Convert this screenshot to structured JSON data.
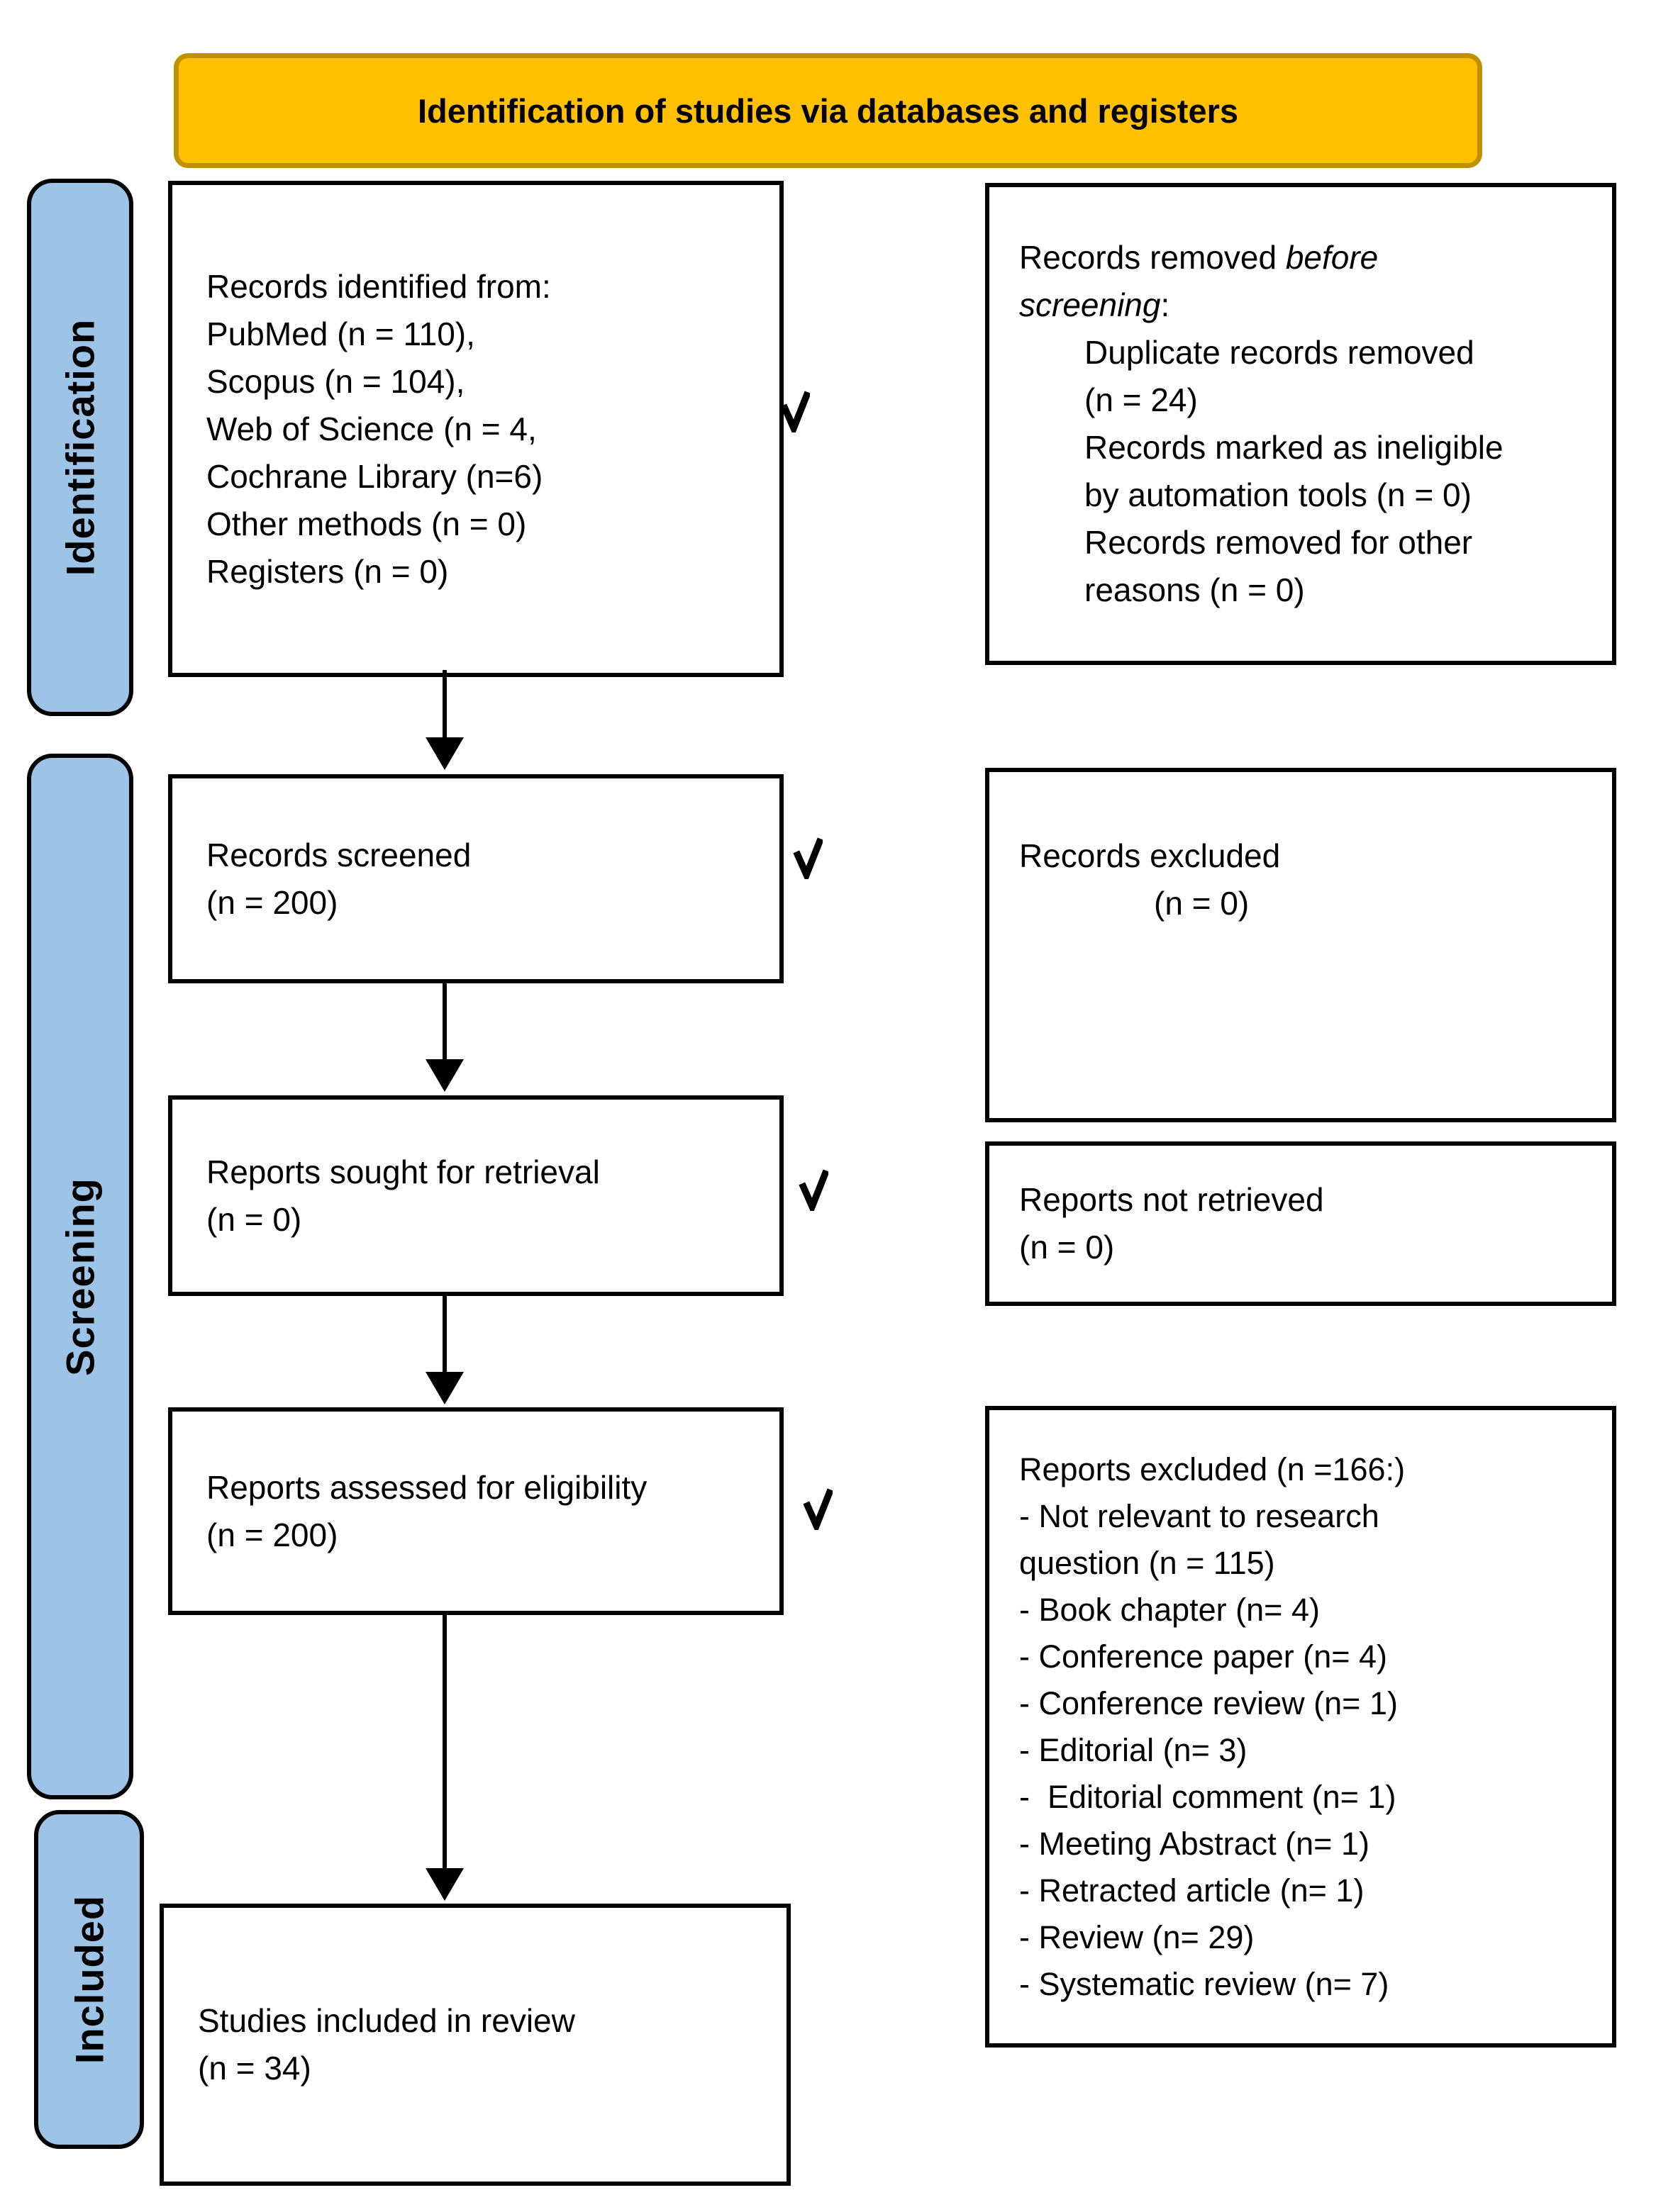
{
  "banner": {
    "title": "Identification of studies via databases and registers"
  },
  "sidebar": {
    "identification": "Identification",
    "screening": "Screening",
    "included": "Included"
  },
  "colors": {
    "banner_fill": "#FFC000",
    "banner_border": "#BF9000",
    "sidebar_fill": "#9DC3E6",
    "sidebar_border": "#000000",
    "box_border": "#000000",
    "text": "#000000"
  },
  "left_boxes": {
    "records_identified": {
      "lines": [
        "Records identified from:",
        "PubMed (n = 110),",
        "Scopus (n = 104),",
        "Web of Science (n = 4,",
        "Cochrane Library (n=6)",
        "Other methods (n = 0)",
        "Registers (n = 0)"
      ]
    },
    "records_screened": {
      "lines": [
        "Records screened",
        "(n = 200)"
      ]
    },
    "reports_sought": {
      "lines": [
        "Reports sought for retrieval",
        "(n = 0)"
      ]
    },
    "reports_assessed": {
      "lines": [
        "Reports assessed for eligibility",
        "(n = 200)"
      ]
    },
    "studies_included": {
      "lines": [
        "Studies included in review",
        "(n = 34)"
      ]
    }
  },
  "right_boxes": {
    "records_removed": {
      "line1_normal": "Records removed ",
      "line1_italic": "before",
      "line2_italic": "screening",
      "line2_normal": ":",
      "detail_lines": [
        "Duplicate records removed",
        "(n = 24)",
        "Records marked as ineligible",
        "by automation tools (n = 0)",
        "Records removed for other",
        "reasons (n = 0)"
      ]
    },
    "records_excluded": {
      "lines": [
        "Records excluded",
        "(n = 0)"
      ]
    },
    "reports_not_retrieved": {
      "lines": [
        "Reports not retrieved",
        "(n = 0)"
      ]
    },
    "reports_excluded": {
      "lines": [
        "Reports excluded (n =166:)",
        "- Not relevant to research",
        "question (n = 115)",
        "- Book chapter (n= 4)",
        "- Conference paper (n= 4)",
        "- Conference review (n= 1)",
        "- Editorial (n= 3)",
        "-  Editorial comment (n= 1)",
        "- Meeting Abstract (n= 1)",
        "- Retracted article (n= 1)",
        "- Review (n= 29)",
        "- Systematic review (n= 7)"
      ]
    }
  }
}
